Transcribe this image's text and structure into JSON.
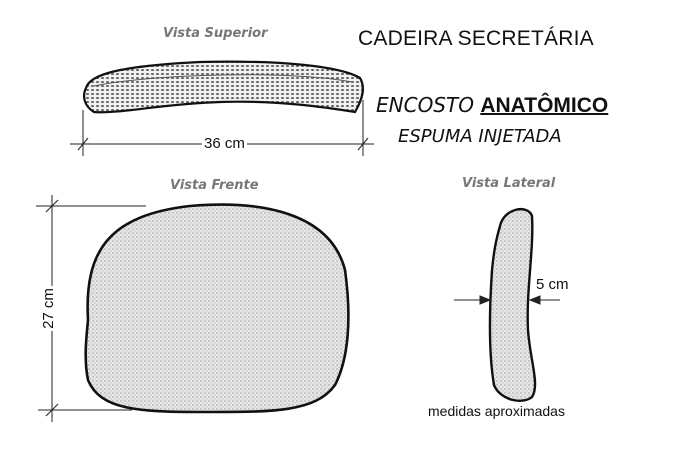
{
  "title": "CADEIRA SECRETÁRIA",
  "subtitle": {
    "prefix": "ENCOSTO",
    "emphasis": "ANATÔMICO",
    "line2": "ESPUMA INJETADA"
  },
  "views": {
    "top": {
      "label": "Vista Superior",
      "dimension": "36 cm"
    },
    "front": {
      "label": "Vista Frente",
      "dimension": "27 cm"
    },
    "side": {
      "label": "Vista Lateral",
      "dimension": "5 cm"
    }
  },
  "footnote": "medidas aproximadas",
  "colors": {
    "outline": "#111111",
    "fill": "#d9d9d9",
    "label_gray": "#777777"
  }
}
